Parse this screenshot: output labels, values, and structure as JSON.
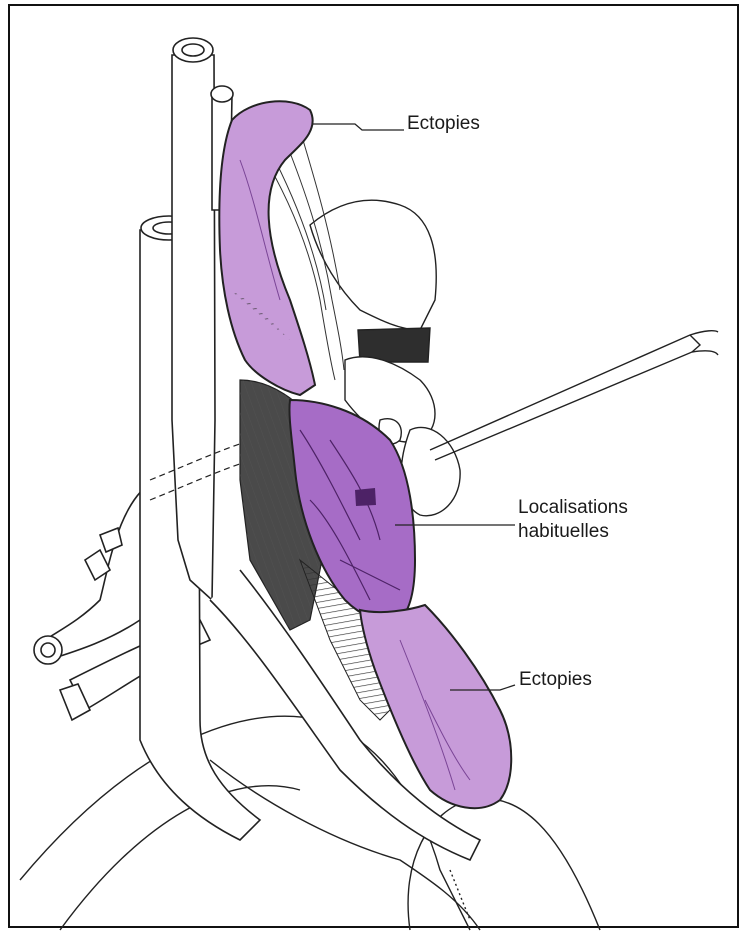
{
  "labels": {
    "ectopies_top": "Ectopies",
    "localisations_line1": "Localisations",
    "localisations_line2": "habituelles",
    "ectopies_bottom": "Ectopies"
  },
  "colors": {
    "thymus_light": "#c79bd9",
    "thymus_dark": "#9b5cbf",
    "muscle": "#555555",
    "line": "#222222",
    "frame": "#111111"
  },
  "icons": [
    "forceps-icon"
  ]
}
